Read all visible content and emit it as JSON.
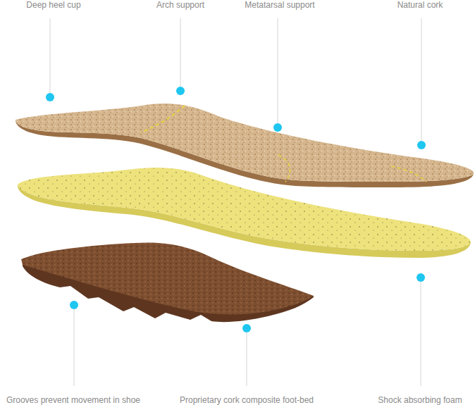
{
  "diagram": {
    "labels": [
      "Deep heel cup",
      "Arch support",
      "Metatarsal support",
      "Natural cork",
      "Grooves prevent movement in shoe",
      "Proprietary cork composite foot-bed",
      "Shock absorbing foam"
    ]
  }
}
